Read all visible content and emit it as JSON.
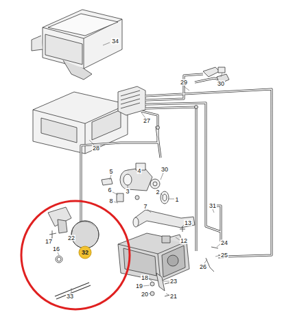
{
  "diagram": {
    "nodes": [
      {
        "text": [
          "32"
        ]
      }
    ],
    "labels": [
      "34",
      "29",
      "30",
      "27",
      "28",
      "5",
      "4",
      "30",
      "3",
      "2",
      "1",
      "6",
      "8",
      "7",
      "31",
      "13",
      "12",
      "24",
      "25",
      "26",
      "22",
      "17",
      "16",
      "33",
      "18",
      "19",
      "20",
      "23",
      "21"
    ]
  }
}
